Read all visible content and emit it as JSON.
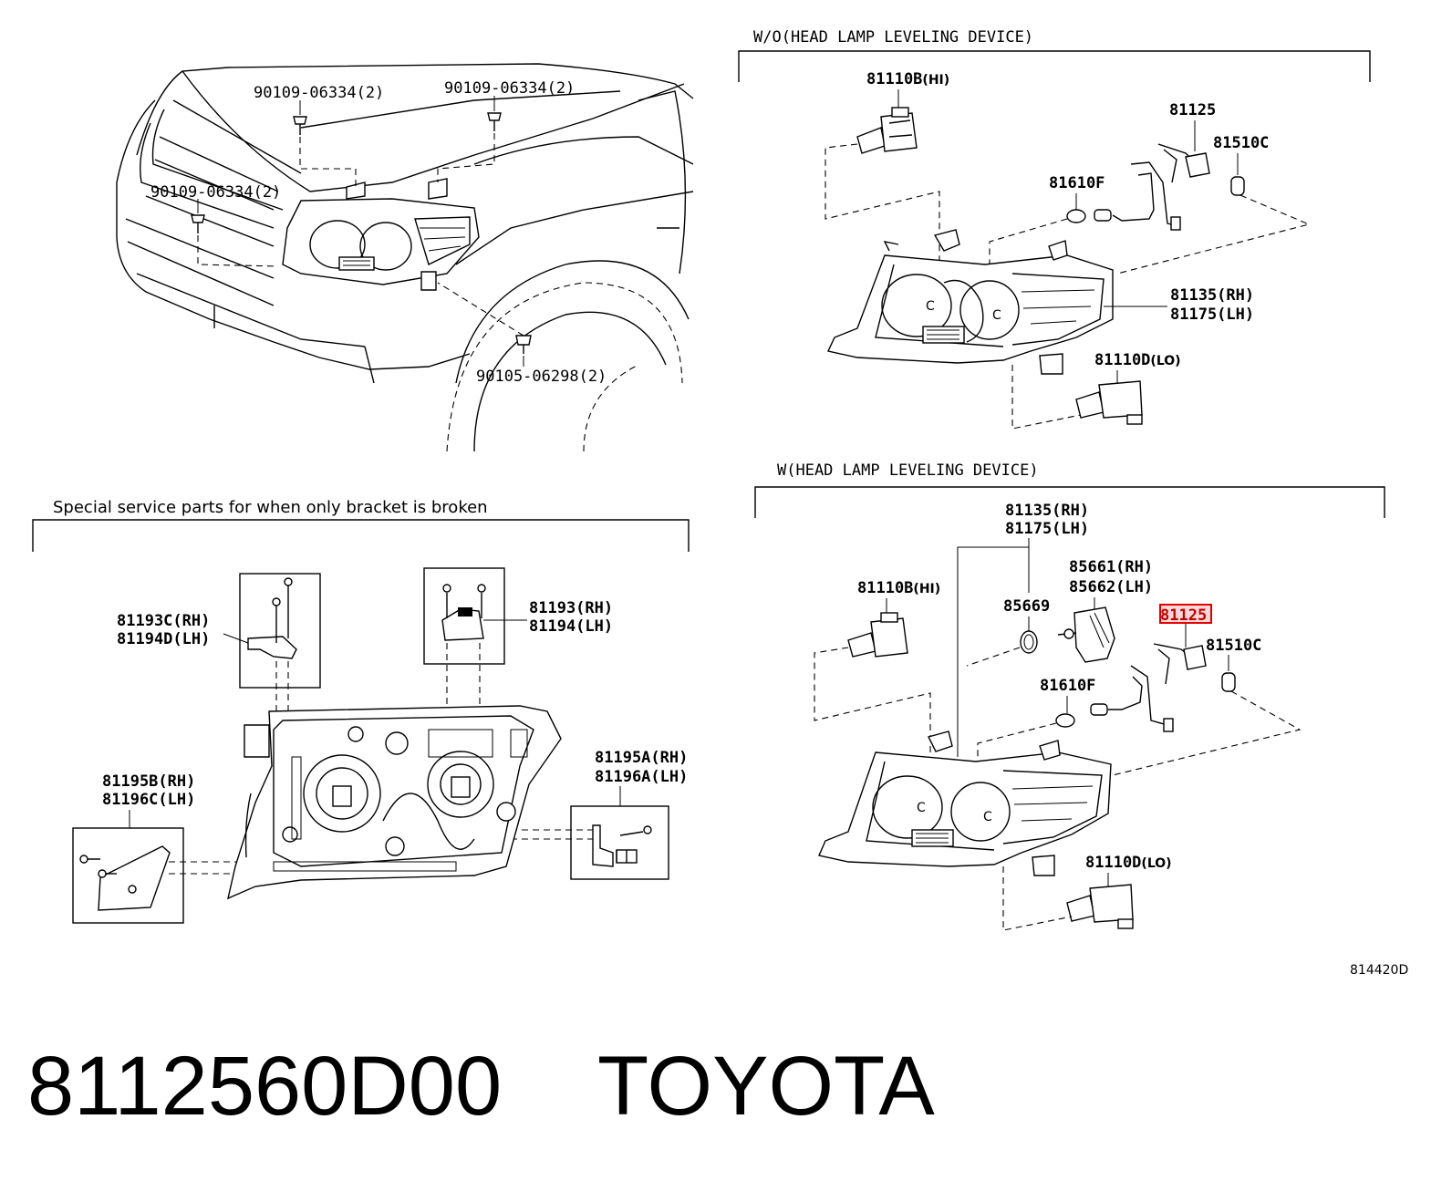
{
  "sections": {
    "without_leveling": "W/O(HEAD LAMP LEVELING DEVICE)",
    "with_leveling": "W(HEAD LAMP LEVELING DEVICE)",
    "special_service": "Special service parts for when only bracket is broken"
  },
  "car_view": {
    "bolt_top_left": "90109-06334(2)",
    "bolt_top_right": "90109-06334(2)",
    "bolt_left": "90109-06334(2)",
    "bolt_bottom": "90105-06298(2)"
  },
  "wo_assembly": {
    "hi_bulb": "81110B",
    "hi_suffix": "(HI)",
    "socket": "81125",
    "bulb_c": "81510C",
    "cap": "81610F",
    "unit_rh": "81135(RH)",
    "unit_lh": "81175(LH)",
    "lo_bulb": "81110D",
    "lo_suffix": "(LO)"
  },
  "w_assembly": {
    "unit_rh": "81135(RH)",
    "unit_lh": "81175(LH)",
    "motor_rh": "85661(RH)",
    "motor_lh": "85662(LH)",
    "hi_bulb": "81110B",
    "hi_suffix": "(HI)",
    "oring": "85669",
    "socket_highlighted": "81125",
    "bulb_c": "81510C",
    "cap": "81610F",
    "lo_bulb": "81110D",
    "lo_suffix": "(LO)"
  },
  "brackets": {
    "b1_rh": "81193C(RH)",
    "b1_lh": "81194D(LH)",
    "b2_rh": "81193(RH)",
    "b2_lh": "81194(LH)",
    "b3_rh": "81195B(RH)",
    "b3_lh": "81196C(LH)",
    "b4_rh": "81195A(RH)",
    "b4_lh": "81196A(LH)"
  },
  "figure_code": "814420D",
  "footer": {
    "part_number": "8112560D00",
    "brand": "TOYOTA"
  },
  "colors": {
    "highlight_border": "#e00000",
    "highlight_fill": "#ffd9d9",
    "line": "#000000"
  }
}
